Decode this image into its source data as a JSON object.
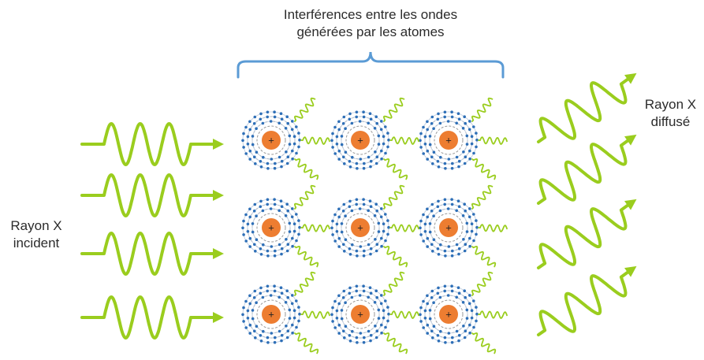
{
  "labels": {
    "interference_line1": "Interférences entre les ondes",
    "interference_line2": "générées par les atomes",
    "incident_line1": "Rayon X",
    "incident_line2": "incident",
    "diffuse_line1": "Rayon X",
    "diffuse_line2": "diffusé"
  },
  "atoms": {
    "nucleus_symbol": "+",
    "rows": 3,
    "columns": 3
  },
  "colors": {
    "wave": "#9acd1e",
    "nucleus": "#ed7d31",
    "electron": "#2e6fb7",
    "orbit": "#9a9a9a",
    "bracket": "#5b9bd5",
    "text": "#2b2b2b"
  },
  "icons": {
    "incident_wave": "sine-wave-arrow-icon",
    "scattered_wave": "sine-wave-arrow-icon",
    "wavelet": "squiggle-wavelet-icon",
    "atom": "atom-icon"
  }
}
